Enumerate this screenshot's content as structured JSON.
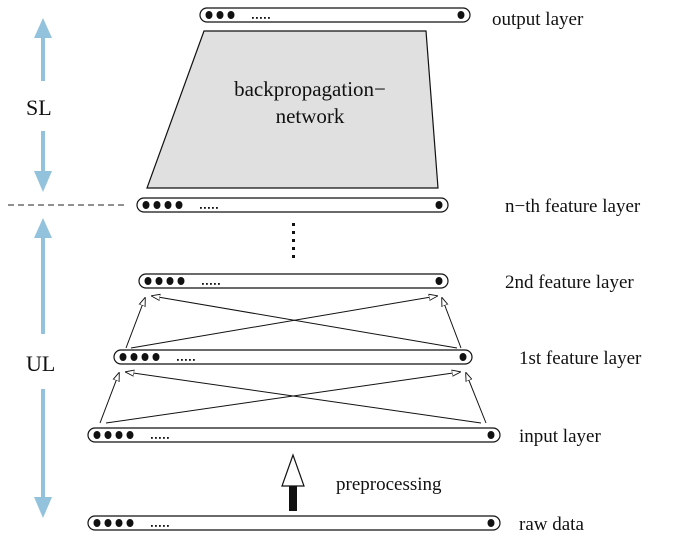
{
  "diagram": {
    "phases": [
      {
        "id": "SL",
        "label": "SL"
      },
      {
        "id": "UL",
        "label": "UL"
      }
    ],
    "network": {
      "label_line1": "backpropagation−",
      "label_line2": "network"
    },
    "layers": [
      {
        "id": "output",
        "label": "output layer",
        "dots": 3,
        "ellipsis": ".....",
        "visible_units": "3 + 1"
      },
      {
        "id": "nth",
        "label": "n−th feature layer",
        "dots": 4,
        "ellipsis": ".....",
        "visible_units": "4 + 1"
      },
      {
        "id": "second",
        "label": "2nd feature layer",
        "dots": 4,
        "ellipsis": ".....",
        "visible_units": "4 + 1"
      },
      {
        "id": "first",
        "label": "1st feature layer",
        "dots": 4,
        "ellipsis": ".....",
        "visible_units": "4 + 1"
      },
      {
        "id": "input",
        "label": "input layer",
        "dots": 4,
        "ellipsis": ".....",
        "visible_units": "4 + 1"
      },
      {
        "id": "raw",
        "label": "raw data",
        "dots": 4,
        "ellipsis": ".....",
        "visible_units": "4 + 1"
      }
    ],
    "preprocessing": {
      "label": "preprocessing"
    },
    "colors": {
      "phase_arrow": "#93c2dc",
      "network_fill": "#e0e0e0",
      "stroke": "#111111"
    }
  }
}
